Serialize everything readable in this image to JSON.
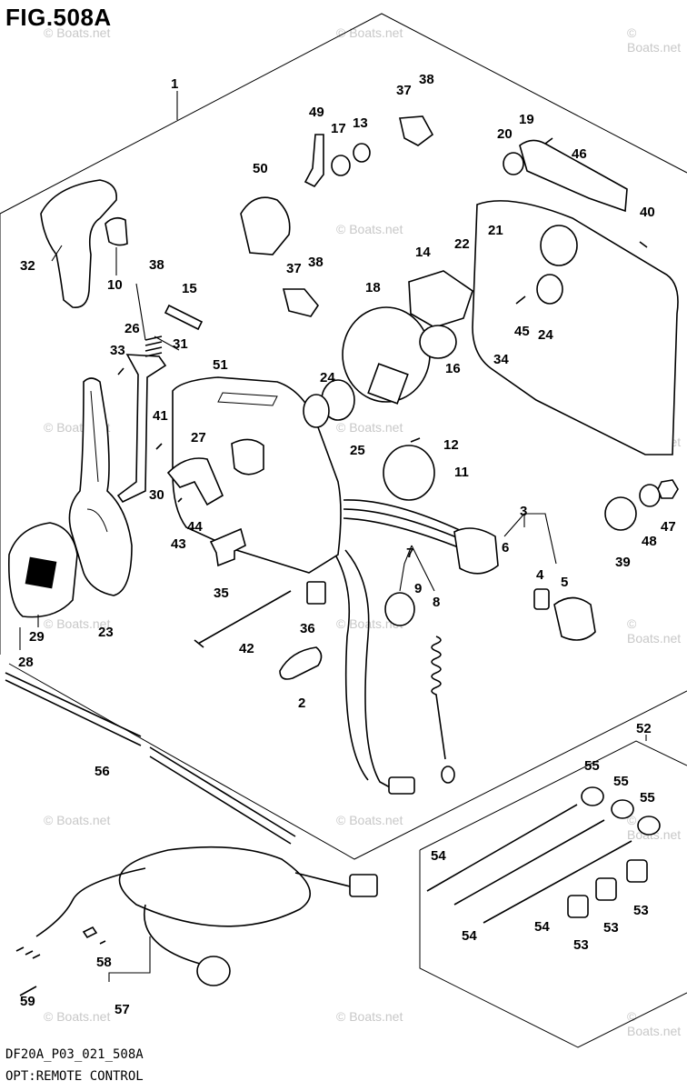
{
  "figure": {
    "title": "FIG.508A",
    "code": "DF20A_P03_021_508A",
    "caption": "OPT:REMOTE CONTROL"
  },
  "watermark": {
    "text": "© Boats.net"
  },
  "callouts": [
    "1",
    "2",
    "3",
    "4",
    "5",
    "6",
    "7",
    "8",
    "9",
    "10",
    "11",
    "12",
    "13",
    "14",
    "15",
    "16",
    "17",
    "18",
    "19",
    "20",
    "21",
    "22",
    "23",
    "24",
    "25",
    "26",
    "27",
    "28",
    "29",
    "30",
    "31",
    "32",
    "33",
    "34",
    "35",
    "36",
    "37",
    "38",
    "39",
    "40",
    "41",
    "42",
    "43",
    "44",
    "45",
    "46",
    "47",
    "48",
    "49",
    "50",
    "51",
    "52",
    "53",
    "54",
    "55",
    "56",
    "57",
    "58",
    "59"
  ]
}
